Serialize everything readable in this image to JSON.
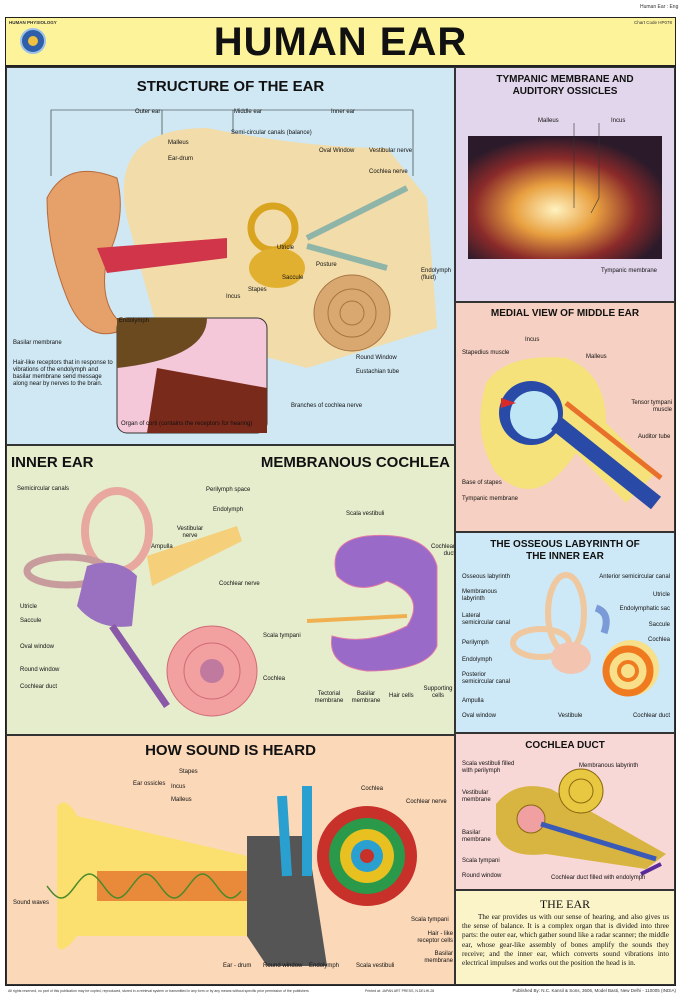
{
  "header": {
    "title": "HUMAN EAR",
    "series": "HUMAN PHYSIOLOGY",
    "chart_code": "Chart Code HP078",
    "top_right": "Human Ear : Eng"
  },
  "structure": {
    "title": "STRUCTURE OF THE EAR",
    "labels": [
      "Outer ear",
      "Middle ear",
      "Inner ear",
      "Semi-circular canals (balance)",
      "Malleus",
      "Ear-drum",
      "Oval Window",
      "Vestibular nerve",
      "Cochlea nerve",
      "Utricle",
      "Posture",
      "Saccule",
      "Stapes",
      "Incus",
      "Endolymph (fluid)",
      "Endolymph",
      "Basilar membrane",
      "Hair-like receptors that in response to vibrations of the endolymph and basilar membrane send message along near by nerves to the brain.",
      "Round Window",
      "Eustachian tube",
      "Branches of cochlea nerve",
      "Organ of corti (contains the receptors for hearing)"
    ]
  },
  "tympanic": {
    "title": "TYMPANIC MEMBRANE AND AUDITORY OSSICLES",
    "labels": [
      "Malleus",
      "Incus",
      "Tympanic membrane"
    ]
  },
  "medial": {
    "title": "MEDIAL VIEW OF MIDDLE EAR",
    "labels": [
      "Incus",
      "Stapedius muscle",
      "Malleus",
      "Tensor tympani muscle",
      "Auditor tube",
      "Base of stapes",
      "Tympanic membrane"
    ]
  },
  "inner": {
    "title": "INNER EAR",
    "title2": "MEMBRANOUS COCHLEA",
    "labels": [
      "Semicircular canals",
      "Perilymph space",
      "Endolymph",
      "Vestibular nerve",
      "Ampulla",
      "Cochlear nerve",
      "Utricle",
      "Saccule",
      "Oval window",
      "Round window",
      "Cochlear duct",
      "Cochlea",
      "Scala vestibuli",
      "Cochlear duct",
      "Scala tympani",
      "Tectorial membrane",
      "Basilar membrane",
      "Hair cells",
      "Supporting cells"
    ]
  },
  "osseous": {
    "title": "THE OSSEOUS LABYRINTH OF THE INNER EAR",
    "labels": [
      "Osseous labyrinth",
      "Membranous labyrinth",
      "Lateral semicircular canal",
      "Perilymph",
      "Endolymph",
      "Posterior semicircular canal",
      "Ampulla",
      "Oval window",
      "Anterior semicircular canal",
      "Utricle",
      "Endolymphatic sac",
      "Saccule",
      "Cochlea",
      "Vestibule",
      "Cochlear duct"
    ]
  },
  "duct": {
    "title": "COCHLEA DUCT",
    "labels": [
      "Scala vestibuli filled with perilymph",
      "Membranous labyrinth",
      "Vestibular membrane",
      "Basilar membrane",
      "Scala tympani",
      "Round window",
      "Cochlear duct filled with endolymph"
    ]
  },
  "sound": {
    "title": "HOW SOUND IS HEARD",
    "labels": [
      "Stapes",
      "Ear ossicles",
      "Incus",
      "Malleus",
      "Cochlea",
      "Cochlear nerve",
      "Sound waves",
      "Scala tympani",
      "Hair - like receptor cells",
      "Basilar membrane",
      "Ear - drum",
      "Round window",
      "Endolymph",
      "Scala vestibuli"
    ]
  },
  "about": {
    "title": "THE EAR",
    "text": "The ear provides us with our sense of hearing, and also gives us the sense of balance. It is a complex organ that is divided into three parts: the outer ear, which gather sound like a radar scanner; the middle ear, whose gear-like assembly of bones amplify the sounds they receive; and the inner ear, which converts sound vibrations into electrical impulses and works out the position the head is in."
  },
  "footer": {
    "copyright": "All rights reserved, no part of this publication may be copied, reproduced, stored in a retrieval system or transmitted in any form or by any means without specific prior permission of the publishers",
    "printer": "Printed at: JAPAN ART PRESS, N.DELHI-28",
    "publisher": "Published By: N.C. Kansil & Sons, 3606, Model Basti, New Delhi - 110005 (INDIA)"
  },
  "colors": {
    "header": "#fdf39a",
    "structure": "#cfe8f4",
    "inner": "#e6edcd",
    "sound": "#fbd8b8",
    "tympanic": "#e2d6ec",
    "medial": "#f6d0c2",
    "osseous": "#cde8f6",
    "duct": "#f8d8d6",
    "about": "#fcf4c9"
  }
}
